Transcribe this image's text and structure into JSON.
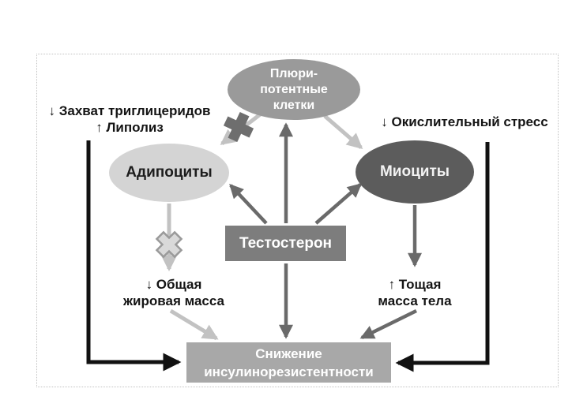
{
  "diagram": {
    "description": "Scheme of testosterone effects on cells and insulin resistance",
    "nodes": {
      "pluripotent": {
        "lines": [
          "Плюри-",
          "потентные",
          "клетки"
        ]
      },
      "adipocytes": {
        "label": "Адипоциты"
      },
      "myocytes": {
        "label": "Миоциты"
      },
      "testosterone": {
        "label": "Тестостерон"
      },
      "outcome": {
        "lines": [
          "Снижение",
          "инсулинорезистентности"
        ]
      }
    },
    "annotations": {
      "triglycerides": {
        "lines": [
          "↓ Захват триглицеридов",
          "↑ Липолиз"
        ]
      },
      "oxidative_stress": {
        "label": "↓ Окислительный стресс"
      },
      "fat_mass": {
        "lines": [
          "↓ Общая",
          "жировая масса"
        ]
      },
      "lean_mass": {
        "lines": [
          "↑ Тощая",
          "масса тела"
        ]
      }
    },
    "colors": {
      "pluripotent_fill": "#9a9a9a",
      "adipocytes_fill": "#d4d4d4",
      "myocytes_fill": "#5c5c5c",
      "testosterone_fill": "#7d7d7d",
      "outcome_fill": "#a8a8a8",
      "dark_arrow": "#6a6a6a",
      "light_arrow": "#c2c2c2",
      "black_arrow": "#111111",
      "dark_cross": "#6e6e6e",
      "light_cross_fill": "#d9d9d9",
      "light_cross_stroke": "#9a9a9a",
      "border_dotted": "#c2c2c2"
    }
  }
}
